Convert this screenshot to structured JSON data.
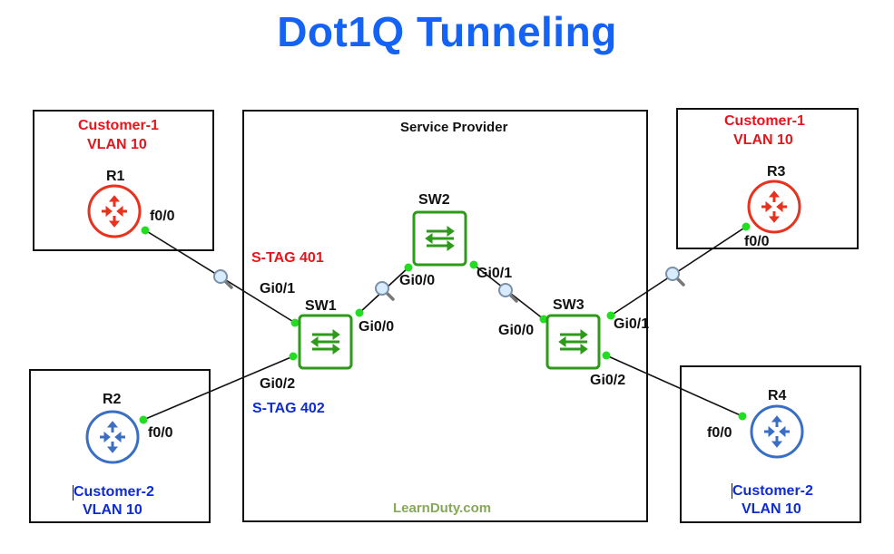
{
  "title": "Dot1Q Tunneling",
  "provider": {
    "label": "Service Provider",
    "watermark": "LearnDuty.com"
  },
  "customers": {
    "c1_left": {
      "name": "Customer-1",
      "vlan": "VLAN 10"
    },
    "c2_left": {
      "name": "Customer-2",
      "vlan": "VLAN 10"
    },
    "c1_right": {
      "name": "Customer-1",
      "vlan": "VLAN 10"
    },
    "c2_right": {
      "name": "Customer-2",
      "vlan": "VLAN 10"
    }
  },
  "devices": {
    "r1": {
      "name": "R1",
      "port": "f0/0",
      "color": "#e8321e"
    },
    "r2": {
      "name": "R2",
      "port": "f0/0",
      "color": "#3b6fc4"
    },
    "r3": {
      "name": "R3",
      "port": "f0/0",
      "color": "#e8321e"
    },
    "r4": {
      "name": "R4",
      "port": "f0/0",
      "color": "#3b6fc4"
    },
    "sw1": {
      "name": "SW1",
      "ports": [
        "Gi0/1",
        "Gi0/2",
        "Gi0/0"
      ]
    },
    "sw2": {
      "name": "SW2",
      "ports": [
        "Gi0/0",
        "Gi0/1"
      ]
    },
    "sw3": {
      "name": "SW3",
      "ports": [
        "Gi0/0",
        "Gi0/1",
        "Gi0/2"
      ]
    }
  },
  "stags": {
    "c1": "S-TAG 401",
    "c2": "S-TAG 402"
  },
  "colors": {
    "title": "#1463f5",
    "switch": "#2e9a1a",
    "link_dot": "#22dd22",
    "customer1": "#e8141b",
    "customer2": "#0d2bd6"
  },
  "icons": {
    "router": "router-icon",
    "switch": "switch-icon",
    "capture": "magnifier-icon"
  }
}
